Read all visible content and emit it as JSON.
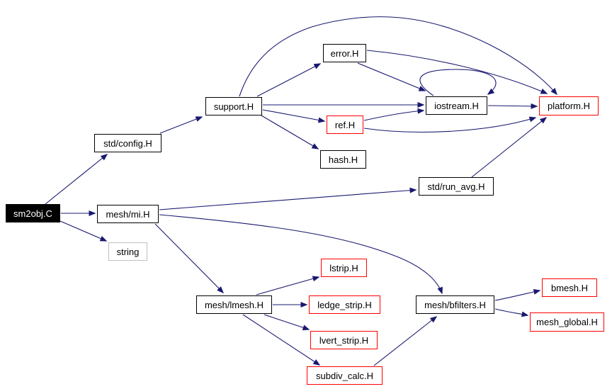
{
  "diagram": {
    "kind": "include-dependency-graph",
    "root_file": "sm2obj.C",
    "edge_color": "#191970",
    "background_color": "#ffffff",
    "node_border_default": "#000000",
    "node_border_truncated": "#ff0000",
    "node_border_external": "#c0c0c0",
    "root_fill": "#000000",
    "root_text_color": "#ffffff"
  },
  "nodes": {
    "sm2obj": {
      "label": "sm2obj.C"
    },
    "config": {
      "label": "std/config.H"
    },
    "mi": {
      "label": "mesh/mi.H"
    },
    "string": {
      "label": "string"
    },
    "support": {
      "label": "support.H"
    },
    "error": {
      "label": "error.H"
    },
    "ref": {
      "label": "ref.H"
    },
    "hash": {
      "label": "hash.H"
    },
    "iostream": {
      "label": "iostream.H"
    },
    "platform": {
      "label": "platform.H"
    },
    "run_avg": {
      "label": "std/run_avg.H"
    },
    "lmesh": {
      "label": "mesh/lmesh.H"
    },
    "lstrip": {
      "label": "lstrip.H"
    },
    "ledge_strip": {
      "label": "ledge_strip.H"
    },
    "lvert_strip": {
      "label": "lvert_strip.H"
    },
    "subdiv_calc": {
      "label": "subdiv_calc.H"
    },
    "bfilters": {
      "label": "mesh/bfilters.H"
    },
    "bmesh": {
      "label": "bmesh.H"
    },
    "mesh_global": {
      "label": "mesh_global.H"
    }
  },
  "edges": [
    {
      "from": "sm2obj.C",
      "to": "std/config.H"
    },
    {
      "from": "sm2obj.C",
      "to": "mesh/mi.H"
    },
    {
      "from": "sm2obj.C",
      "to": "string"
    },
    {
      "from": "std/config.H",
      "to": "support.H"
    },
    {
      "from": "support.H",
      "to": "error.H"
    },
    {
      "from": "support.H",
      "to": "platform.H"
    },
    {
      "from": "support.H",
      "to": "iostream.H"
    },
    {
      "from": "support.H",
      "to": "ref.H"
    },
    {
      "from": "support.H",
      "to": "hash.H"
    },
    {
      "from": "error.H",
      "to": "iostream.H"
    },
    {
      "from": "error.H",
      "to": "platform.H"
    },
    {
      "from": "ref.H",
      "to": "iostream.H"
    },
    {
      "from": "ref.H",
      "to": "platform.H"
    },
    {
      "from": "iostream.H",
      "to": "iostream.H"
    },
    {
      "from": "iostream.H",
      "to": "platform.H"
    },
    {
      "from": "mesh/mi.H",
      "to": "std/run_avg.H"
    },
    {
      "from": "mesh/mi.H",
      "to": "mesh/lmesh.H"
    },
    {
      "from": "mesh/mi.H",
      "to": "mesh/bfilters.H"
    },
    {
      "from": "std/run_avg.H",
      "to": "platform.H"
    },
    {
      "from": "mesh/lmesh.H",
      "to": "lstrip.H"
    },
    {
      "from": "mesh/lmesh.H",
      "to": "ledge_strip.H"
    },
    {
      "from": "mesh/lmesh.H",
      "to": "lvert_strip.H"
    },
    {
      "from": "mesh/lmesh.H",
      "to": "subdiv_calc.H"
    },
    {
      "from": "subdiv_calc.H",
      "to": "mesh/bfilters.H"
    },
    {
      "from": "mesh/bfilters.H",
      "to": "bmesh.H"
    },
    {
      "from": "mesh/bfilters.H",
      "to": "mesh_global.H"
    }
  ]
}
